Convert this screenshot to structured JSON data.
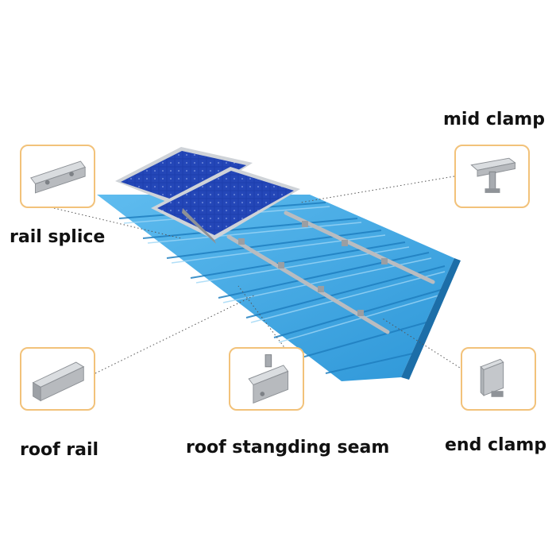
{
  "labels": {
    "mid_clamp": "mid clamp",
    "rail_splice": "rail splice",
    "roof_rail": "roof rail",
    "roof_standing_seam": "roof stangding seam",
    "end_clamp": "end clamp"
  },
  "colors": {
    "box_border": "#f2c27a",
    "roof": "#3aa3e0",
    "roof_dark": "#1f7fc0",
    "panel": "#1b3aa8",
    "panel_frame": "#c9cdd2",
    "metal": "#c3c6ca",
    "leader_line": "#555555",
    "label_text": "#111111"
  },
  "icons": [
    "rail-splice-icon",
    "mid-clamp-icon",
    "roof-rail-icon",
    "standing-seam-clamp-icon",
    "end-clamp-icon"
  ]
}
